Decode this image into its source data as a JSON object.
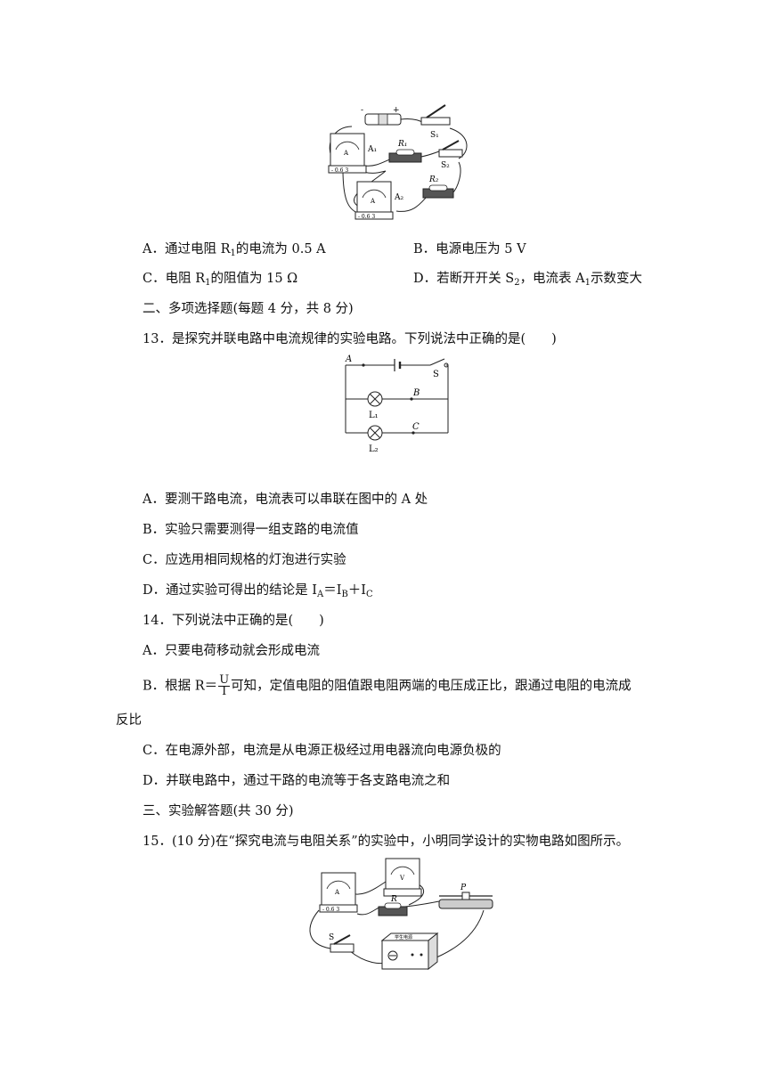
{
  "fig12": {
    "battery_minus": "-",
    "battery_plus": "+",
    "s1_label": "S₁",
    "s2_label": "S₂",
    "a1_label": "A₁",
    "a2_label": "A₂",
    "r1_label": "R₁",
    "r2_label": "R₂",
    "meter_a_letter": "A",
    "meter_scale": "- 0.6 3"
  },
  "q12_options": {
    "A_label": "A．",
    "A_pre": "通过电阻 R",
    "A_sub": "1",
    "A_post": "的电流为 0.5 A",
    "B_label": "B．",
    "B_text": "电源电压为 5 V",
    "C_label": "C．",
    "C_pre": "电阻 R",
    "C_sub": "1",
    "C_post": "的阻值为 15 Ω",
    "D_label": "D．",
    "D_pre": "若断开开关 S",
    "D_sub": "2",
    "D_mid": "，电流表 A",
    "D_sub2": "1",
    "D_post": "示数变大"
  },
  "section2": "二、多项选择题(每题 4 分，共 8 分)",
  "q13": {
    "stem": "13．是探究并联电路中电流规律的实验电路。下列说法中正确的是(　　)",
    "fig": {
      "A": "A",
      "B": "B",
      "C": "C",
      "S": "S",
      "L1": "L₁",
      "L2": "L₂"
    },
    "A": "A．要测干路电流，电流表可以串联在图中的 A 处",
    "B": "B．实验只需要测得一组支路的电流值",
    "C": "C．应选用相同规格的灯泡进行实验",
    "D_pre": "D．通过实验可得出的结论是 I",
    "D_s1": "A",
    "D_m1": "＝I",
    "D_s2": "B",
    "D_m2": "＋I",
    "D_s3": "C"
  },
  "q14": {
    "stem": "14．下列说法中正确的是(　　)",
    "A": "A．只要电荷移动就会形成电流",
    "B_pre": "B．根据 R＝",
    "B_num": "U",
    "B_den": "I",
    "B_post": "可知，定值电阻的阻值跟电阻两端的电压成正比，跟通过电阻的电流成",
    "B_cont": "反比",
    "C": "C．在电源外部，电流是从电源正极经过用电器流向电源负极的",
    "D": "D．并联电路中，通过干路的电流等于各支路电流之和"
  },
  "section3": "三、实验解答题(共 30 分)",
  "q15": {
    "stem": "15．(10 分)在“探究电流与电阻关系”的实验中，小明同学设计的实物电路如图所示。",
    "fig": {
      "R": "R",
      "P": "P",
      "S": "S",
      "V": "V",
      "A": "A",
      "psu": "学生电源",
      "meter_scale": "- 0.6 3"
    }
  }
}
